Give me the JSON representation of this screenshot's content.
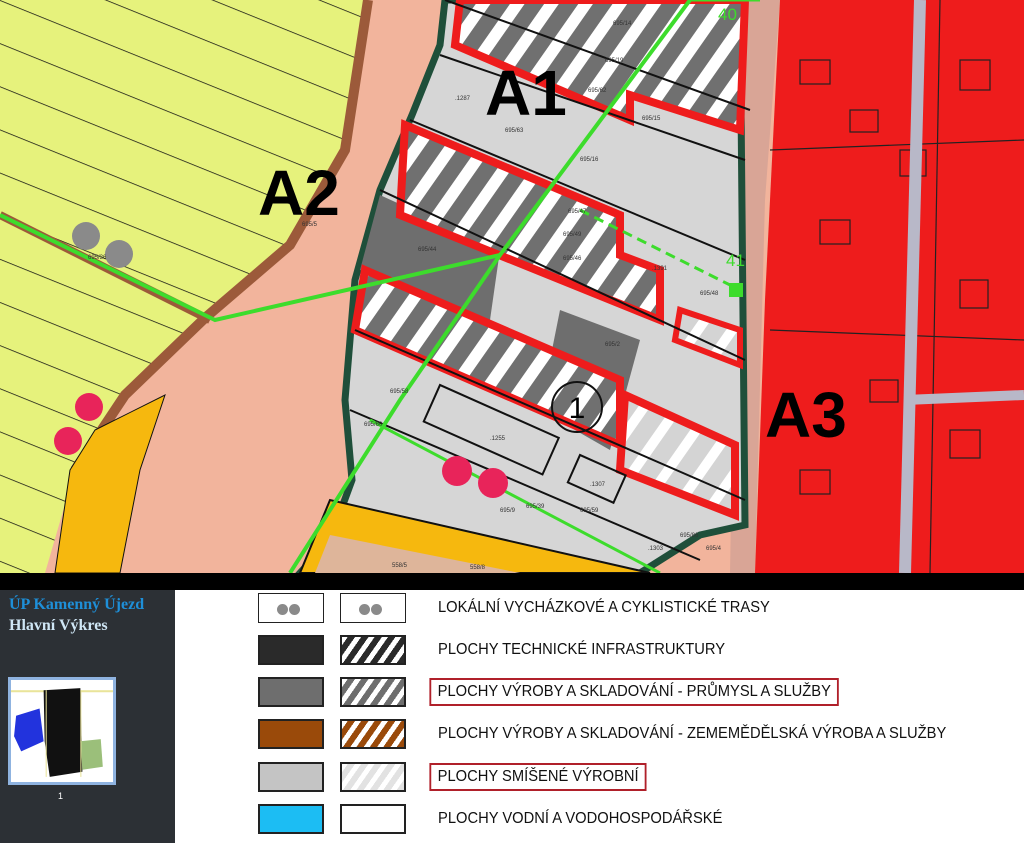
{
  "map": {
    "zone_labels": [
      "A1",
      "A2",
      "A3"
    ],
    "area_marker": "1",
    "route_numbers": [
      "40",
      "41"
    ],
    "parcels": [
      "695/14",
      "695/19",
      "695/62",
      "695/63",
      ".1287",
      "695/15",
      "695/16",
      "695/44",
      "695/47",
      "695/49",
      "695/46",
      ".1391",
      "695/48",
      "695/2",
      "695/58",
      "695/60",
      ".1255",
      ".1307",
      "695/9",
      "695/39",
      "695/59",
      "695/86",
      ".1303",
      "558/5",
      "558/8",
      "695/36",
      "695/4",
      "695/5"
    ],
    "colors": {
      "field": "#e6f27c",
      "road_band": "#f2b49c",
      "industrial": "#d6d6d6",
      "residential": "#ee1c1c",
      "outline": "#1f4f3a",
      "route": "#3ddc2c",
      "orange": "#f6b80e"
    }
  },
  "sidebar": {
    "title": "ÚP Kamenný Újezd",
    "subtitle": "Hlavní Výkres",
    "page_number": "1"
  },
  "legend": {
    "items": [
      {
        "label": "LOKÁLNÍ VYCHÁZKOVÉ A CYKLISTICKÉ TRASY",
        "color": "#ffffff",
        "highlighted": false
      },
      {
        "label": "PLOCHY TECHNICKÉ INFRASTRUKTURY",
        "color": "#2a2a2a",
        "highlighted": false
      },
      {
        "label": "PLOCHY VÝROBY A SKLADOVÁNÍ  - PRŮMYSL A SLUŽBY",
        "color": "#6e6e6e",
        "highlighted": true
      },
      {
        "label": "PLOCHY VÝROBY A SKLADOVÁNÍ - ZEMEMĚDĚLSKÁ VÝROBA A SLUŽBY",
        "color": "#9a4a0a",
        "highlighted": false
      },
      {
        "label": "PLOCHY SMÍŠENÉ VÝROBNÍ",
        "color": "#c4c4c4",
        "highlighted": true
      },
      {
        "label": "PLOCHY VODNÍ A VODOHOSPODÁŘSKÉ",
        "color": "#1cbdf3",
        "highlighted": false
      }
    ]
  }
}
